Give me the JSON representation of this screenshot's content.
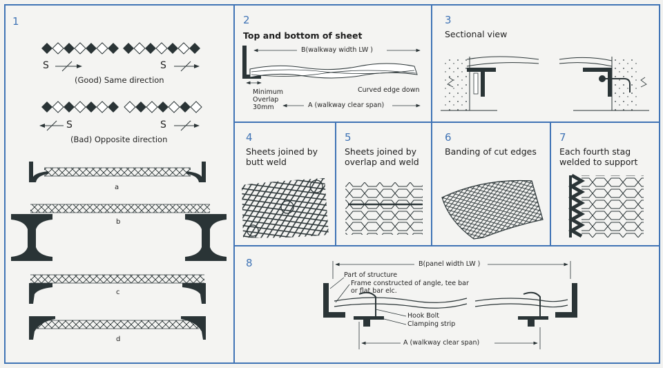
{
  "panels": [
    {
      "number": "1"
    },
    {
      "number": "2",
      "title": "Top and bottom of sheet"
    },
    {
      "number": "3",
      "title": "Sectional view"
    },
    {
      "number": "4",
      "title": "Sheets joined by\nbutt weld"
    },
    {
      "number": "5",
      "title": "Sheets joined by\noverlap and weld"
    },
    {
      "number": "6",
      "title": "Banding of cut edges"
    },
    {
      "number": "7",
      "title": "Each fourth stag\nwelded to support"
    },
    {
      "number": "8"
    }
  ],
  "panel1": {
    "good_caption": "(Good) Same direction",
    "bad_caption": "(Bad) Opposite direction",
    "s_label": "S",
    "sub_a": "a",
    "sub_b": "b",
    "sub_c": "c",
    "sub_d": "d"
  },
  "panel2": {
    "b_label": "B(walkway width LW )",
    "min_overlap": "Minimum\nOverlap\n30mm",
    "curved": "Curved edge down",
    "a_label": "A (walkway clear span)"
  },
  "panel8": {
    "b_label": "B(panel width LW )",
    "part": "Part of structure",
    "frame": "Frame constructed of angle, tee bar\nor flat bar elc.",
    "hook": "Hook Bolt",
    "clamp": "Clamping strip",
    "a_label": "A (walkway clear span)"
  },
  "colors": {
    "border": "#3f73b5",
    "ink": "#2a3436",
    "paper": "#f4f4f2"
  }
}
